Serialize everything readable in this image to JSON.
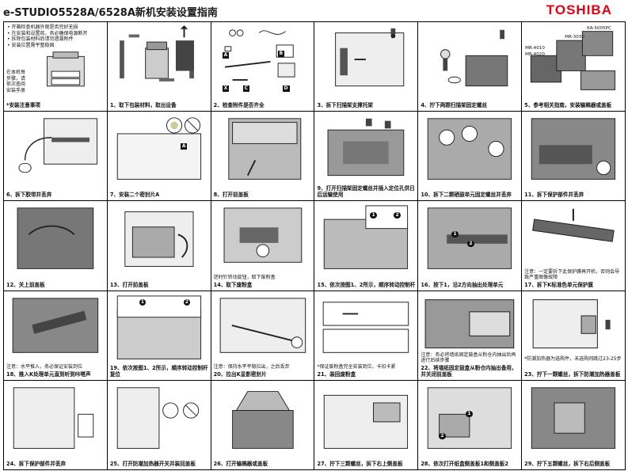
{
  "header": {
    "title": "e-STUDIO5528A/6528A新机安装设置指南",
    "logo": "TOSHIBA"
  },
  "cells": [
    {
      "caption": "*安装注意事项",
      "note": "• 开箱检查机器外观是否完好无损\n• 在安装和设置前，务必确保电源断开\n• 拆除包装材料后请勿遗漏附件\n• 安装位置需平整稳固",
      "side": "在本机每步骤，请依次查阅安装手册"
    },
    {
      "caption": "1、取下包装材料，取出设备"
    },
    {
      "caption": "2、检查附件是否齐全",
      "labels": [
        "A",
        "B",
        "C",
        "D",
        "X"
      ]
    },
    {
      "caption": "3、拆下扫描架支撑托架"
    },
    {
      "caption": "4、拧下两颗扫描架固定螺丝"
    },
    {
      "caption": "5、参考相关指南，安装输稿器或盖板",
      "labels": [
        "KA-5005PC",
        "MR-3030",
        "MR-4010",
        "MR-4020"
      ]
    },
    {
      "caption": "6、拆下胶带并丢弃"
    },
    {
      "caption": "7、安装二个密封片A",
      "labels": [
        "A"
      ]
    },
    {
      "caption": "8、打开前盖板"
    },
    {
      "caption": "9、打开扫描架固定螺丝并插入定位孔供日后运输使用"
    },
    {
      "caption": "10、拆下二颗硒鼓单元固定螺丝并丢弃"
    },
    {
      "caption": "11、拆下保护部件并丢弃"
    },
    {
      "caption": "12、关上前盖板"
    },
    {
      "caption": "13、打开前盖板"
    },
    {
      "caption": "14、取下废粉盒",
      "note": "逆时针转动旋钮，取下废粉盒"
    },
    {
      "caption": "15、依次按图1、2所示，顺序转动控制杆",
      "labels": [
        "1",
        "2"
      ]
    },
    {
      "caption": "16、按下1，沿2方向抽出处理单元",
      "labels": [
        "1",
        "2"
      ]
    },
    {
      "caption": "17、拆下K标准色单元保护膜",
      "note": "注意：一定要拆下此保护膜再开机，否则会导致严重图像故障"
    },
    {
      "caption": "18、推入K处理单元直到听到咔嗒声",
      "note": "注意：水平推入，务必保证安装到位"
    },
    {
      "caption": "19、依次按图1、2所示，顺序转动控制杆复位",
      "labels": [
        "1",
        "2"
      ]
    },
    {
      "caption": "20、拉出K显影密封片",
      "note": "注意：保持水平平稳拉出，之后丢弃"
    },
    {
      "caption": "21、装回废粉盒",
      "note": "*保证废粉盒完全安装到位，卡扣卡紧"
    },
    {
      "caption": "22、将墙纸固定鼓盒从粉仓内抽出备用，并关闭前盖板",
      "note": "注意：务必将墙纸固定鼓盒从粉仓内抽出后再进行后续步骤"
    },
    {
      "caption": "23、拧下一颗螺丝，拆下防潮加热器盖板",
      "note": "*防潮加热器为选购件，未选购则跳过23-25步"
    },
    {
      "caption": "24、拆下保护部件并丢弃"
    },
    {
      "caption": "25、打开防潮加热器开关并装回盖板"
    },
    {
      "caption": "26、打开输稿器或盖板"
    },
    {
      "caption": "27、拧下三颗螺丝，拆下右上侧盖板"
    },
    {
      "caption": "28、依次打开纸盒侧盖板1和侧盖板2",
      "labels": [
        "1",
        "2"
      ]
    },
    {
      "caption": "29、拧下五颗螺丝，拆下右后侧盖板"
    }
  ]
}
